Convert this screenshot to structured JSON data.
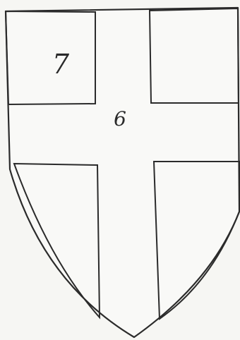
{
  "shield": {
    "quarters": [
      {
        "id": "upper-left",
        "label": "7"
      },
      {
        "id": "upper-right",
        "label": ""
      },
      {
        "id": "lower-left",
        "label": ""
      },
      {
        "id": "lower-right",
        "label": ""
      }
    ],
    "cross": {
      "label": "6"
    }
  },
  "colors": {
    "background": "#f6f6f3",
    "stroke": "#2b2b2b",
    "fill": "#f9f9f7"
  }
}
